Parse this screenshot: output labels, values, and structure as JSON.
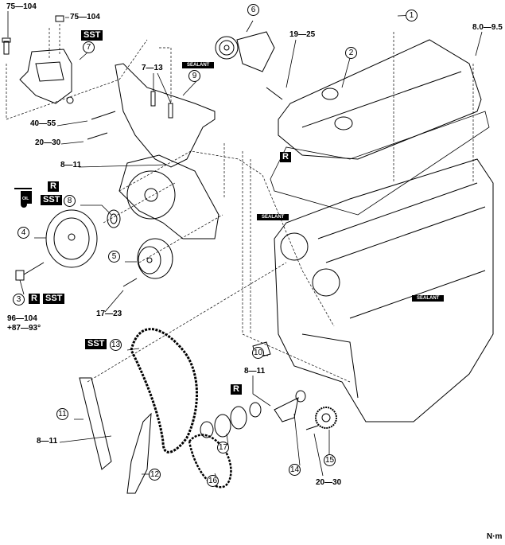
{
  "callouts": [
    "1",
    "2",
    "3",
    "4",
    "5",
    "6",
    "7",
    "8",
    "9",
    "10",
    "11",
    "12",
    "13",
    "14",
    "15",
    "16",
    "17"
  ],
  "torques": {
    "t_mount_bolt": "75—104",
    "t_mount_nut": "75—104",
    "t_bracket_stud": "7—13",
    "t_tensioner": "19—25",
    "t_coil": "8.0—9.5",
    "t_bracket_a": "40—55",
    "t_bracket_b": "20—30",
    "t_cover": "8—11",
    "t_idler": "17—23",
    "t_pulley_1": "96—104",
    "t_pulley_2": "+87—93°",
    "t_chain_tensioner": "8—11",
    "t_guide": "8—11",
    "t_oil_pump": "20—30"
  },
  "badges": {
    "sst": "SST",
    "r": "R",
    "sealant": "SEALANT",
    "oil": "OIL"
  },
  "unit": "N·m",
  "colors": {
    "line": "#000000",
    "badge_bg": "#000000",
    "badge_text": "#ffffff"
  }
}
